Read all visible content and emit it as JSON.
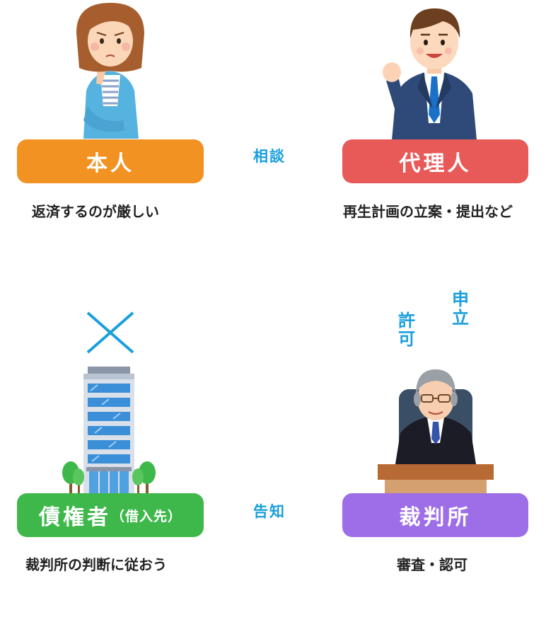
{
  "nodes": {
    "principal": {
      "label": "本人",
      "desc": "返済するのが厳しい",
      "color": "#f29222"
    },
    "agent": {
      "label": "代理人",
      "desc": "再生計画の立案・提出など",
      "color": "#e85a57"
    },
    "creditor": {
      "label": "債権者",
      "label_sub": "（借入先）",
      "desc": "裁判所の判断に従おう",
      "color": "#3fb84b"
    },
    "court": {
      "label": "裁判所",
      "desc": "審査・認可",
      "color": "#9d6ee8"
    }
  },
  "connectors": {
    "consult": "相談",
    "notice": "告知",
    "permit": "許可",
    "apply": "申立"
  },
  "icons": {
    "principal": "worried-woman-icon",
    "agent": "businessman-icon",
    "creditor": "office-building-icon",
    "court": "judge-icon",
    "cross": "cross-mark-icon"
  }
}
